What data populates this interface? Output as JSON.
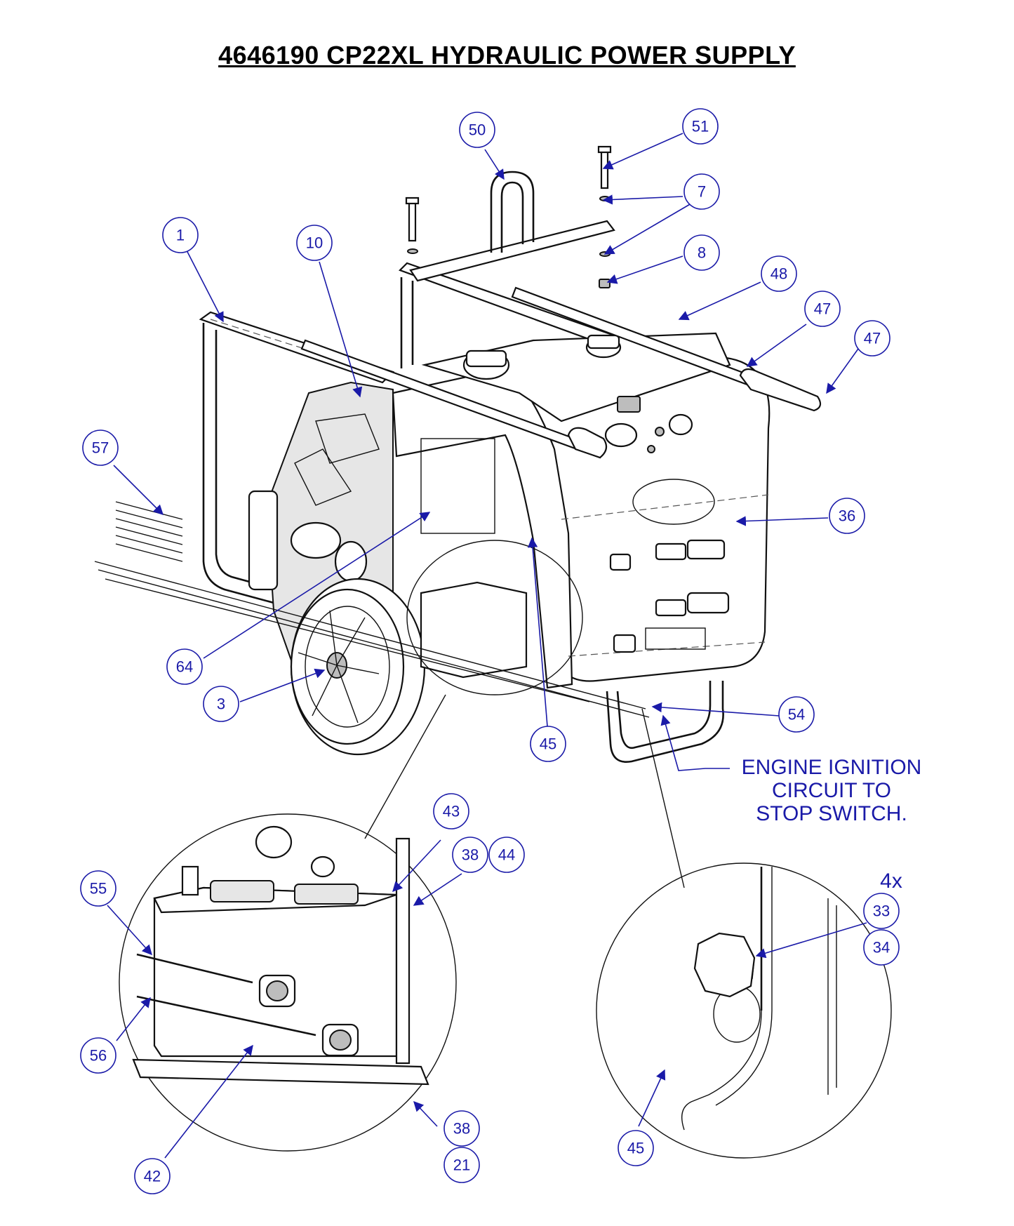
{
  "title": "4646190 CP22XL HYDRAULIC POWER SUPPLY",
  "note": {
    "lines": [
      "ENGINE IGNITION",
      "CIRCUIT TO",
      "STOP SWITCH."
    ]
  },
  "quantity_label": "4x",
  "callouts": [
    {
      "id": "c50",
      "label": "50"
    },
    {
      "id": "c51",
      "label": "51"
    },
    {
      "id": "c7",
      "label": "7"
    },
    {
      "id": "c8",
      "label": "8"
    },
    {
      "id": "c1",
      "label": "1"
    },
    {
      "id": "c10",
      "label": "10"
    },
    {
      "id": "c48",
      "label": "48"
    },
    {
      "id": "c47a",
      "label": "47"
    },
    {
      "id": "c47b",
      "label": "47"
    },
    {
      "id": "c57",
      "label": "57"
    },
    {
      "id": "c36",
      "label": "36"
    },
    {
      "id": "c64",
      "label": "64"
    },
    {
      "id": "c3",
      "label": "3"
    },
    {
      "id": "c54",
      "label": "54"
    },
    {
      "id": "c45a",
      "label": "45"
    },
    {
      "id": "c43",
      "label": "43"
    },
    {
      "id": "c38a",
      "label": "38"
    },
    {
      "id": "c44",
      "label": "44"
    },
    {
      "id": "c55",
      "label": "55"
    },
    {
      "id": "c33",
      "label": "33"
    },
    {
      "id": "c34",
      "label": "34"
    },
    {
      "id": "c56",
      "label": "56"
    },
    {
      "id": "c45b",
      "label": "45"
    },
    {
      "id": "c38b",
      "label": "38"
    },
    {
      "id": "c21",
      "label": "21"
    },
    {
      "id": "c42",
      "label": "42"
    }
  ],
  "colors": {
    "callout": "#1a1aa8",
    "line": "#111111",
    "title": "#000000"
  }
}
